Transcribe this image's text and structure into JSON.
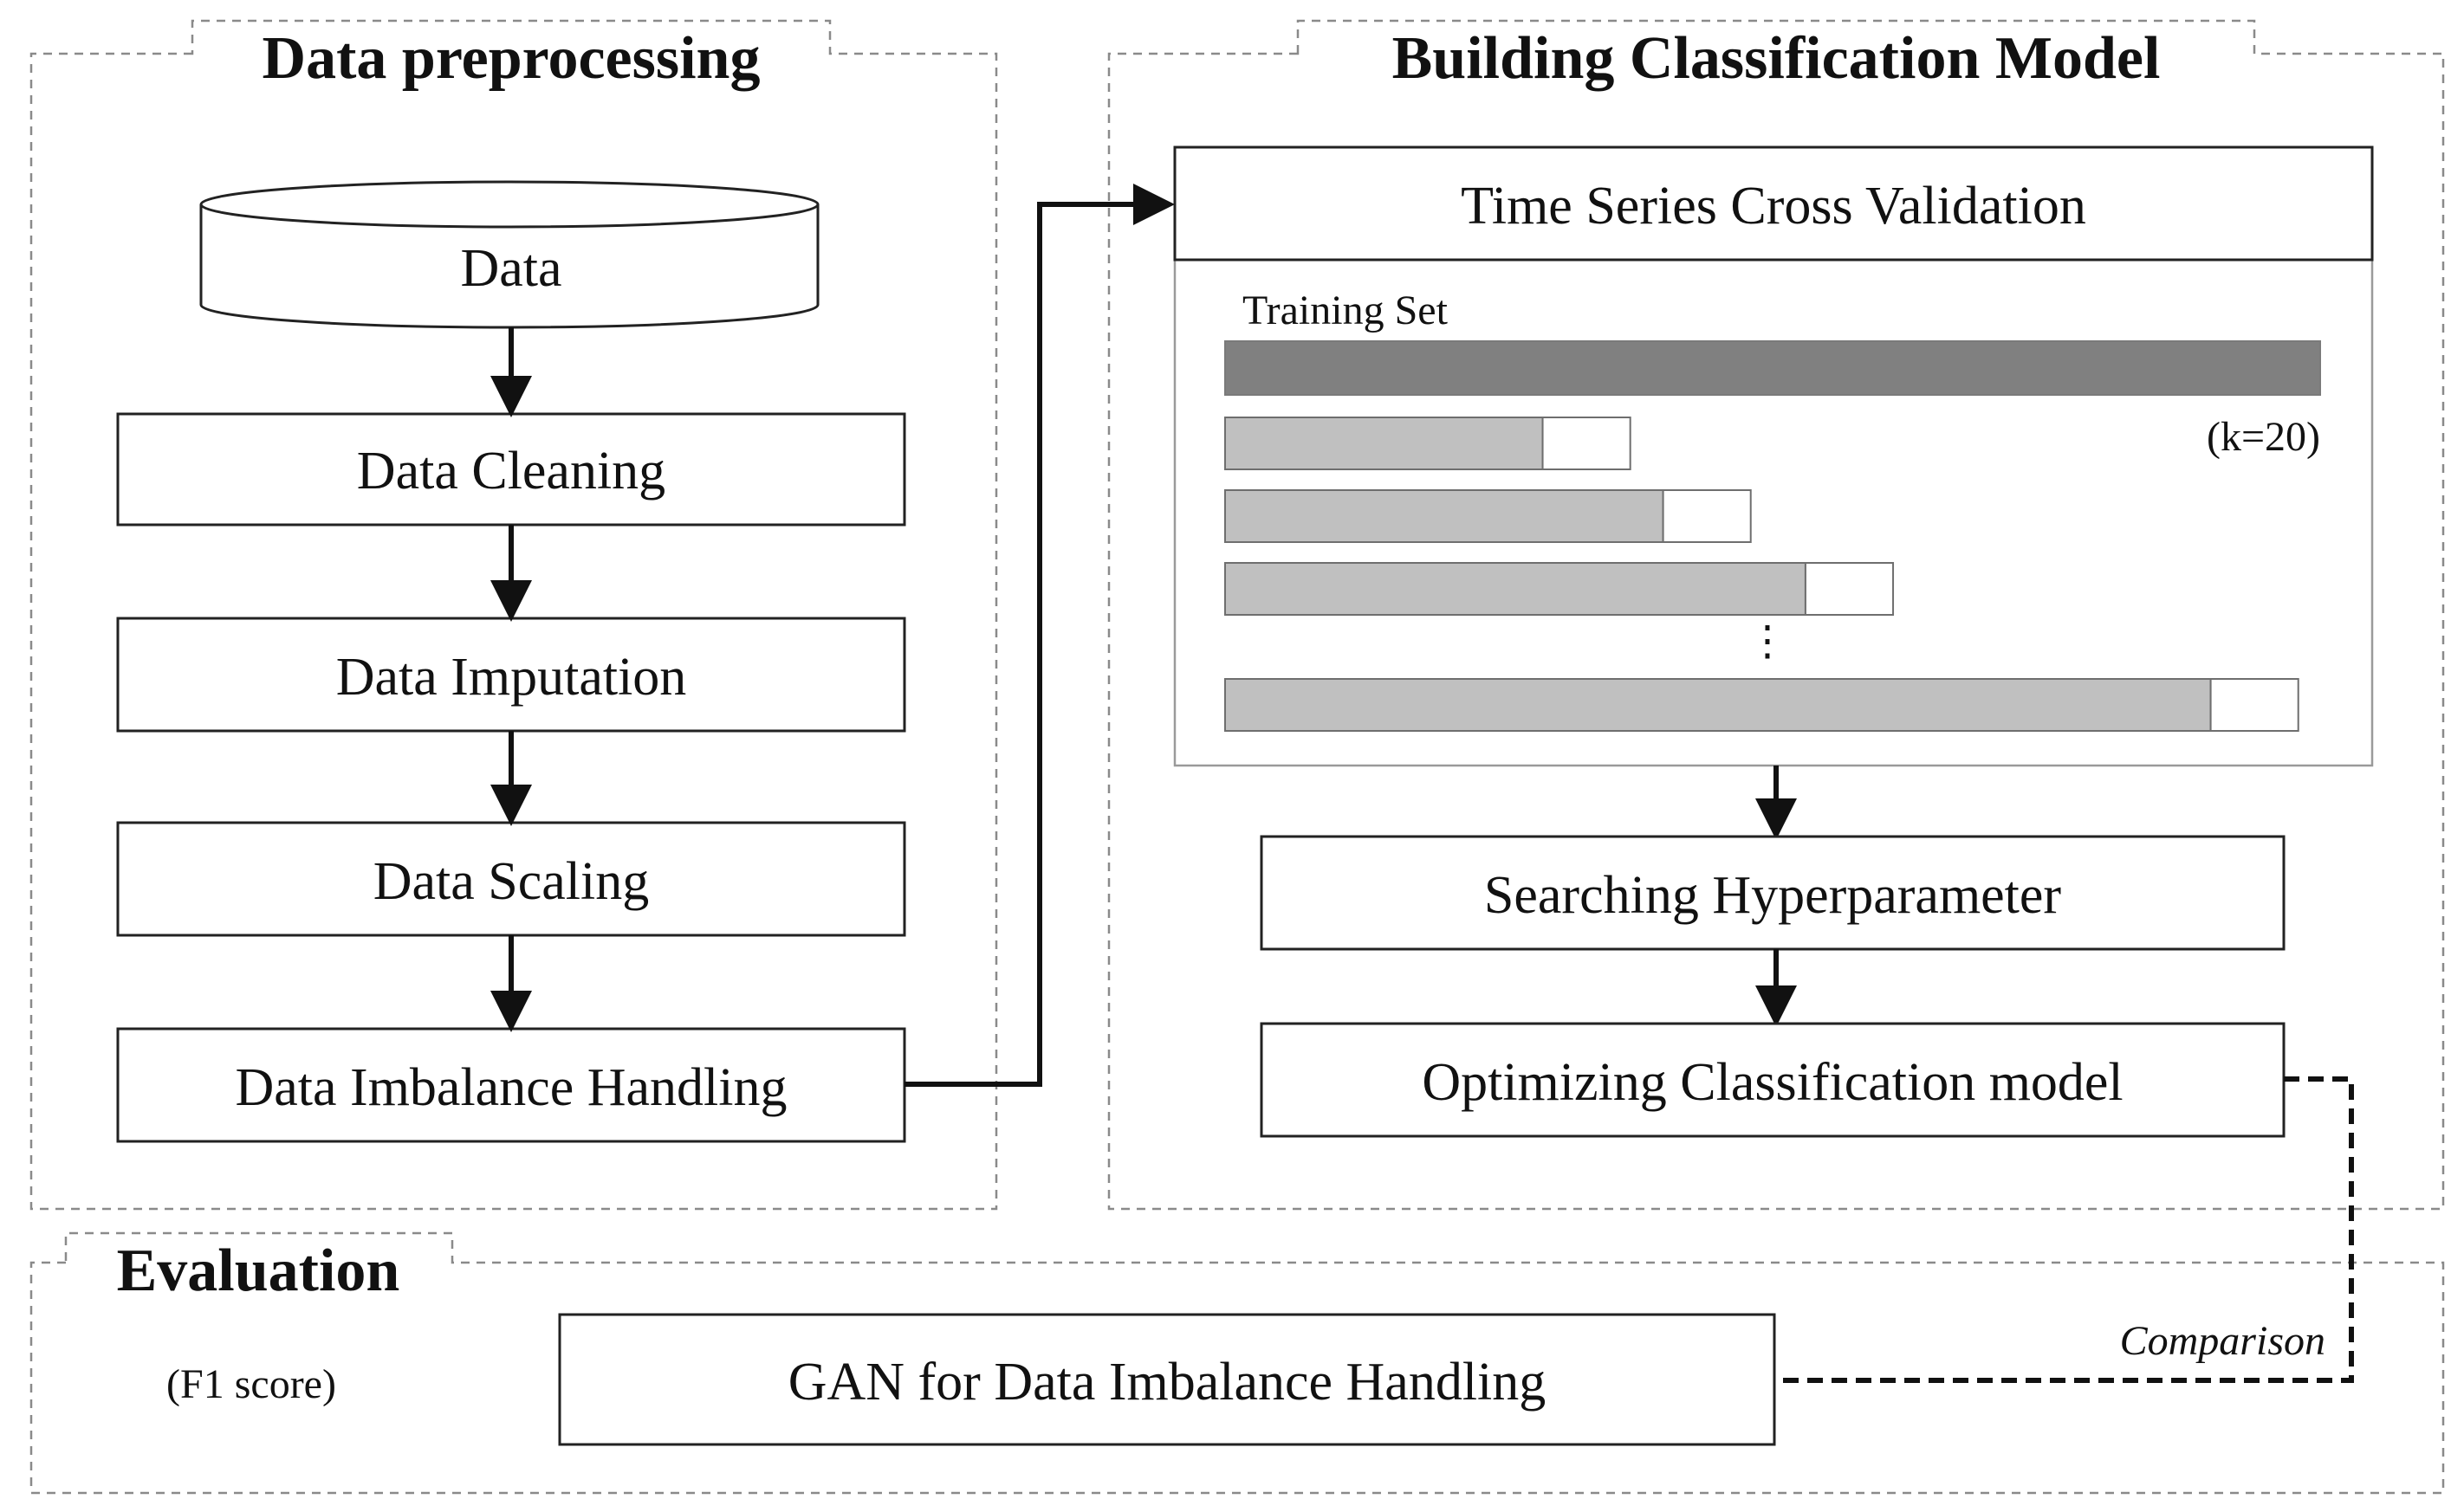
{
  "panels": {
    "preprocessing": {
      "title": "Data preprocessing"
    },
    "building": {
      "title": "Building Classification Model"
    },
    "evaluation": {
      "title": "Evaluation",
      "metric": "(F1 score)"
    }
  },
  "preprocessing_steps": {
    "data": "Data",
    "cleaning": "Data Cleaning",
    "imputation": "Data Imputation",
    "scaling": "Data Scaling",
    "imbalance": "Data Imbalance Handling"
  },
  "cross_validation": {
    "title": "Time Series Cross Validation",
    "training_set_label": "Training  Set",
    "k_label": "(k=20)",
    "ellipsis": "⋮",
    "folds": [
      {
        "train": 0.29,
        "test": 0.08
      },
      {
        "train": 0.4,
        "test": 0.08
      },
      {
        "train": 0.53,
        "test": 0.08
      },
      {
        "train": 0.9,
        "test": 0.08
      }
    ],
    "colors": {
      "full_bar": "#808080",
      "train_bar": "#c0c0c0",
      "test_bar": "#ffffff"
    }
  },
  "model_steps": {
    "searching": "Searching Hyperparameter",
    "optimizing": "Optimizing Classification model"
  },
  "evaluation_box": {
    "gan": "GAN for Data Imbalance Handling"
  },
  "comparison_label": "Comparison"
}
